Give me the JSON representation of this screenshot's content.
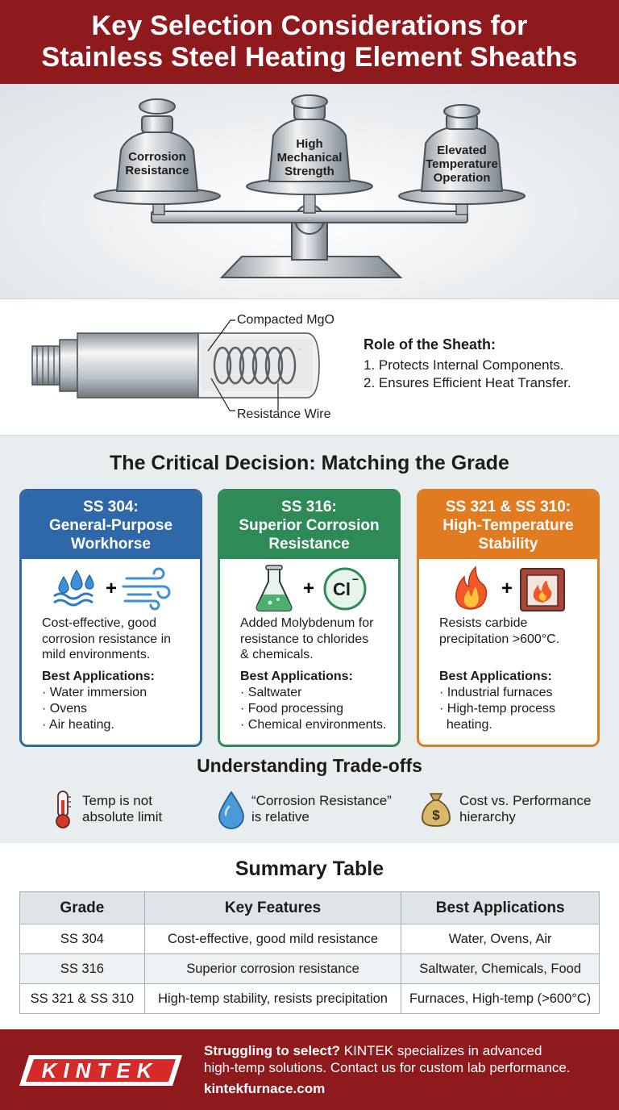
{
  "header": {
    "title_line1": "Key Selection Considerations for",
    "title_line2": "Stainless Steel Heating Element Sheaths"
  },
  "scale": {
    "weights": [
      {
        "line1": "Corrosion",
        "line2": "Resistance",
        "line3": ""
      },
      {
        "line1": "High",
        "line2": "Mechanical",
        "line3": "Strength"
      },
      {
        "line1": "Elevated",
        "line2": "Temperature",
        "line3": "Operation"
      }
    ]
  },
  "sheath": {
    "callout_top": "Compacted MgO",
    "callout_bottom": "Resistance Wire",
    "role_title": "Role of the Sheath:",
    "role_items": [
      "1. Protects Internal Components.",
      "2. Ensures Efficient Heat Transfer."
    ]
  },
  "decision": {
    "title": "The Critical Decision: Matching the Grade",
    "cards": [
      {
        "grade": "SS 304:",
        "subtitle1": "General-Purpose",
        "subtitle2": "Workhorse",
        "color": "#2f68a8",
        "icons": [
          "water-drops-icon",
          "air-flow-icon"
        ],
        "desc": [
          "Cost-effective, good",
          "corrosion resistance in",
          "mild environments."
        ],
        "apps_title": "Best Applications:",
        "apps": [
          "· Water immersion",
          "· Ovens",
          "· Air heating."
        ]
      },
      {
        "grade": "SS 316:",
        "subtitle1": "Superior Corrosion",
        "subtitle2": "Resistance",
        "color": "#2e8b57",
        "icons": [
          "flask-icon",
          "chloride-icon"
        ],
        "chloride_symbol": "Cl",
        "chloride_charge": "−",
        "desc": [
          "Added Molybdenum for",
          "resistance to chlorides",
          "& chemicals."
        ],
        "apps_title": "Best Applications:",
        "apps": [
          "· Saltwater",
          "· Food processing",
          "· Chemical environments."
        ]
      },
      {
        "grade": "SS 321 & SS 310:",
        "subtitle1": "High-Temperature",
        "subtitle2": "Stability",
        "color": "#e07b22",
        "icons": [
          "flame-icon",
          "furnace-icon"
        ],
        "desc": [
          "Resists carbide",
          "precipitation >600°C.",
          ""
        ],
        "apps_title": "Best Applications:",
        "apps": [
          "· Industrial furnaces",
          "· High-temp process",
          "  heating."
        ]
      }
    ],
    "tradeoffs_title": "Understanding Trade-offs",
    "tradeoffs": [
      {
        "icon": "thermometer-icon",
        "line1": "Temp is not",
        "line2": "absolute limit"
      },
      {
        "icon": "water-drop-icon",
        "line1": "“Corrosion Resistance”",
        "line2": "is relative"
      },
      {
        "icon": "money-bag-icon",
        "line1": "Cost vs. Performance",
        "line2": "hierarchy"
      }
    ]
  },
  "summary": {
    "title": "Summary Table",
    "headers": [
      "Grade",
      "Key Features",
      "Best Applications"
    ],
    "rows": [
      [
        "SS 304",
        "Cost-effective, good mild resistance",
        "Water, Ovens, Air"
      ],
      [
        "SS 316",
        "Superior corrosion resistance",
        "Saltwater, Chemicals, Food"
      ],
      [
        "SS 321 & SS 310",
        "High-temp stability, resists precipitation",
        "Furnaces, High-temp (>600°C)"
      ]
    ]
  },
  "footer": {
    "logo_text": "KINTEK",
    "lead": "Struggling to select?",
    "text1": " KINTEK specializes in advanced",
    "text2": "high-temp solutions. Contact us for custom lab performance.",
    "url": "kintekfurnace.com"
  },
  "colors": {
    "brand_red": "#8e1a1d",
    "blue": "#2f68a8",
    "green": "#2e8b57",
    "orange": "#e07b22"
  }
}
